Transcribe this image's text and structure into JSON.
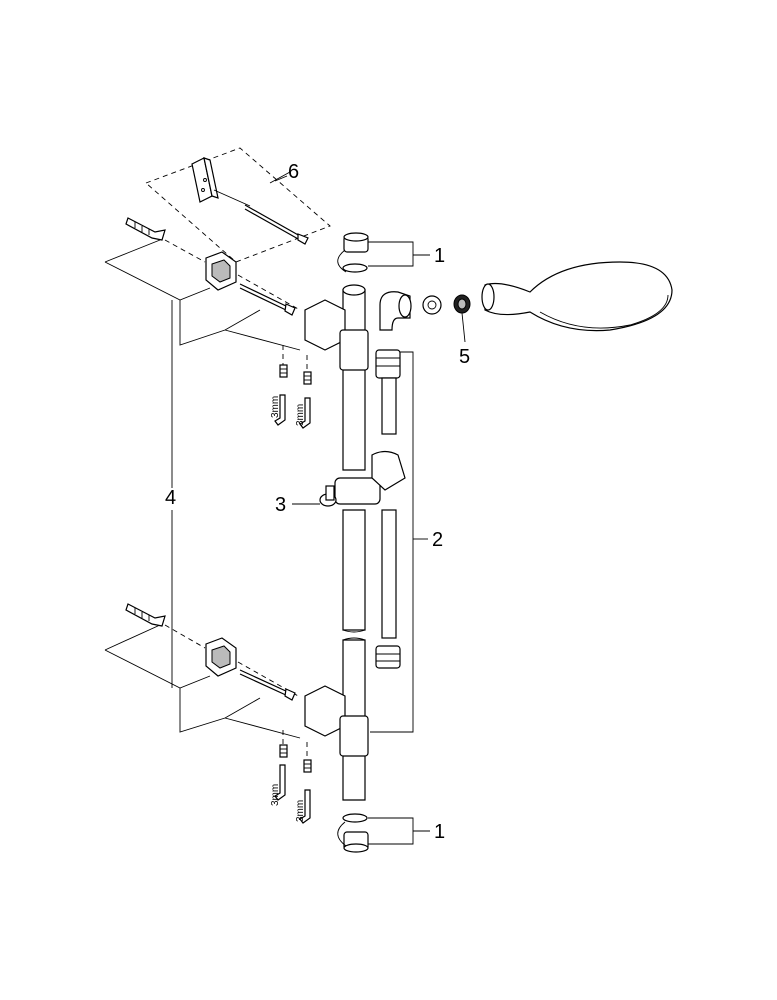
{
  "labels": {
    "part_1_top": "1",
    "part_1_bottom": "1",
    "part_2": "2",
    "part_3": "3",
    "part_4": "4",
    "part_5": "5",
    "part_6": "6"
  },
  "allen_key_size": {
    "top_left": "3mm",
    "top_right": "3mm",
    "bottom_left": "3mm",
    "bottom_right": "3mm"
  }
}
